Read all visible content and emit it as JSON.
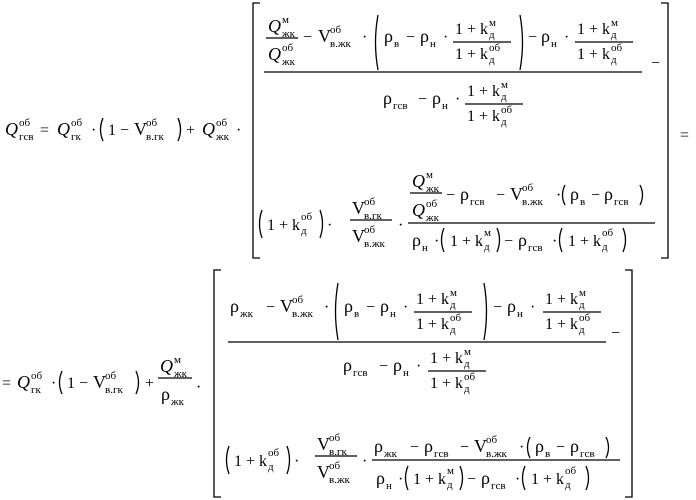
{
  "formula": {
    "Q": "Q",
    "V": "V",
    "rho": "ρ",
    "k": "k",
    "one": "1",
    "plus": "+",
    "minus": "−",
    "dot": "·",
    "eq": "=",
    "sub_gsv": "гсв",
    "sub_gk": "гк",
    "sub_zhk": "жк",
    "sub_vgk": "в.гк",
    "sub_vzhk": "в.жк",
    "sub_v": "в",
    "sub_n": "н",
    "sub_d": "д",
    "sup_ob": "об",
    "sup_m": "м"
  }
}
